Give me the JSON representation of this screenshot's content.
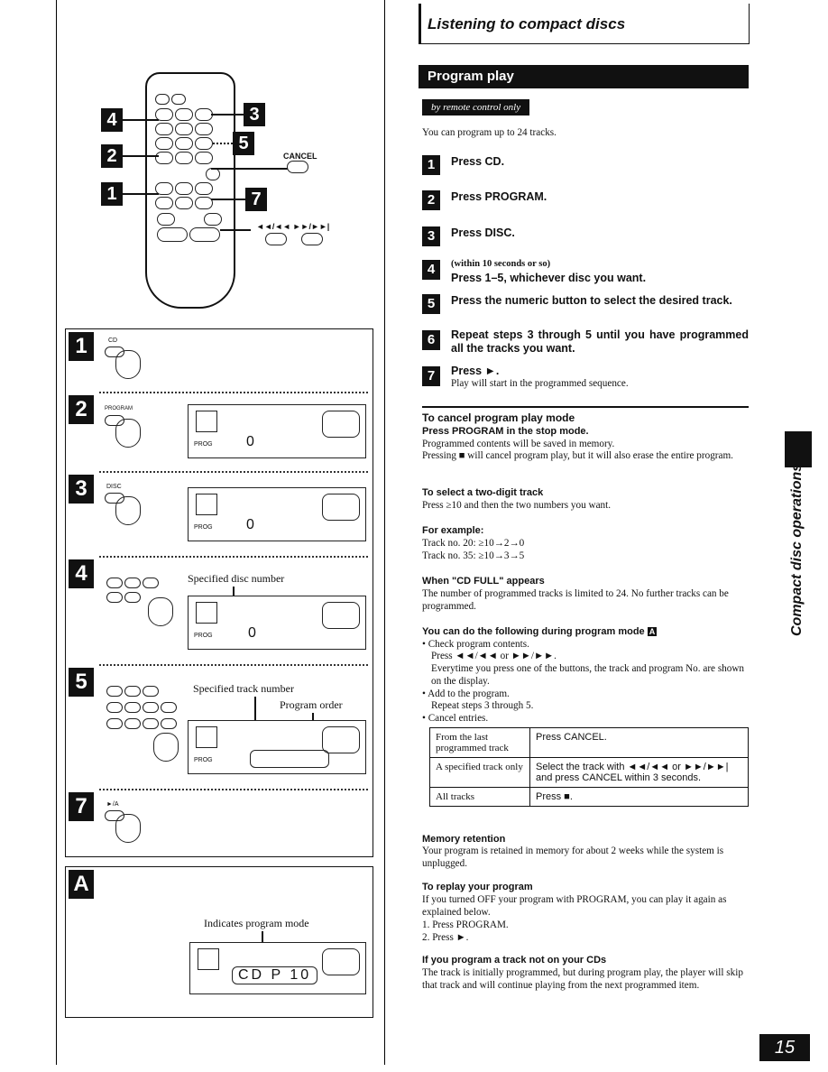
{
  "header": {
    "title": "Listening to compact discs"
  },
  "section": {
    "title": "Program play",
    "sub": "by remote control only",
    "intro": "You can program up to 24 tracks."
  },
  "steps": [
    {
      "num": "1",
      "text": "Press CD."
    },
    {
      "num": "2",
      "text": "Press PROGRAM."
    },
    {
      "num": "3",
      "text": "Press DISC."
    },
    {
      "num": "4",
      "note": "(within 10 seconds or so)",
      "text": "Press 1–5, whichever disc you want."
    },
    {
      "num": "5",
      "text": "Press the numeric button to select the desired track."
    },
    {
      "num": "6",
      "text": "Repeat steps 3 through 5 until you have programmed all the tracks you want."
    },
    {
      "num": "7",
      "text": "Press ►.",
      "sub": "Play will start in the programmed sequence."
    }
  ],
  "cancel": {
    "title": "To cancel program play mode",
    "sub": "Press PROGRAM in the stop mode.",
    "p1": "Programmed contents will be saved in memory.",
    "p2": "Pressing ■ will cancel program play, but it will also erase the entire program."
  },
  "twodigit": {
    "title": "To select a two-digit track",
    "text": "Press ≥10 and then the two numbers you want."
  },
  "example": {
    "title": "For example:",
    "l1": "Track no. 20: ≥10→2→0",
    "l2": "Track no. 35: ≥10→3→5"
  },
  "full": {
    "title": "When \"CD FULL\" appears",
    "text": "The number of programmed tracks is limited to 24. No further tracks can be programmed."
  },
  "during": {
    "title": "You can do the following during program mode",
    "badge": "A",
    "b1": "• Check program contents.",
    "b1a": "Press ◄◄/◄◄ or ►►/►►.",
    "b1b": "Everytime you press one of the buttons, the track and program No. are shown on the display.",
    "b2": "• Add to the program.",
    "b2a": "Repeat steps 3 through 5.",
    "b3": "• Cancel entries."
  },
  "table": [
    {
      "a": "From the last programmed track",
      "b": "Press CANCEL."
    },
    {
      "a": "A specified track only",
      "b": "Select the track with ◄◄/◄◄ or ►►/►►| and press CANCEL within 3 seconds."
    },
    {
      "a": "All tracks",
      "b": "Press ■."
    }
  ],
  "memory": {
    "title": "Memory retention",
    "text": "Your program is retained in memory for about 2 weeks while the system is unplugged."
  },
  "replay": {
    "title": "To replay your program",
    "text": "If you turned OFF your program with PROGRAM, you can play it again as explained below.",
    "l1": "1.  Press PROGRAM.",
    "l2": "2.  Press ►."
  },
  "notcd": {
    "title": "If you program a track not on your CDs",
    "text": "The track is initially programmed, but during program play, the player will skip that track and will continue playing from the next programmed item."
  },
  "side": {
    "label": "Compact disc operations"
  },
  "page": {
    "number": "15"
  },
  "left": {
    "remote_cancel": "CANCEL",
    "remote_skip": "◄◄/◄◄   ►►/►►|",
    "callouts": [
      "4",
      "2",
      "1",
      "3",
      "5",
      "7"
    ],
    "p_steps": [
      "1",
      "2",
      "3",
      "4",
      "5",
      "7"
    ],
    "p_btn": {
      "cd": "CD",
      "program": "PROGRAM",
      "disc": "DISC",
      "play": "►/A"
    },
    "spec_disc": "Specified disc number",
    "spec_track": "Specified track number",
    "prog_order": "Program order",
    "a_badge": "A",
    "a_caption": "Indicates program mode",
    "a_display": "CD  P 10",
    "lcd_zero": "0",
    "lcd_prog": "PROG"
  }
}
